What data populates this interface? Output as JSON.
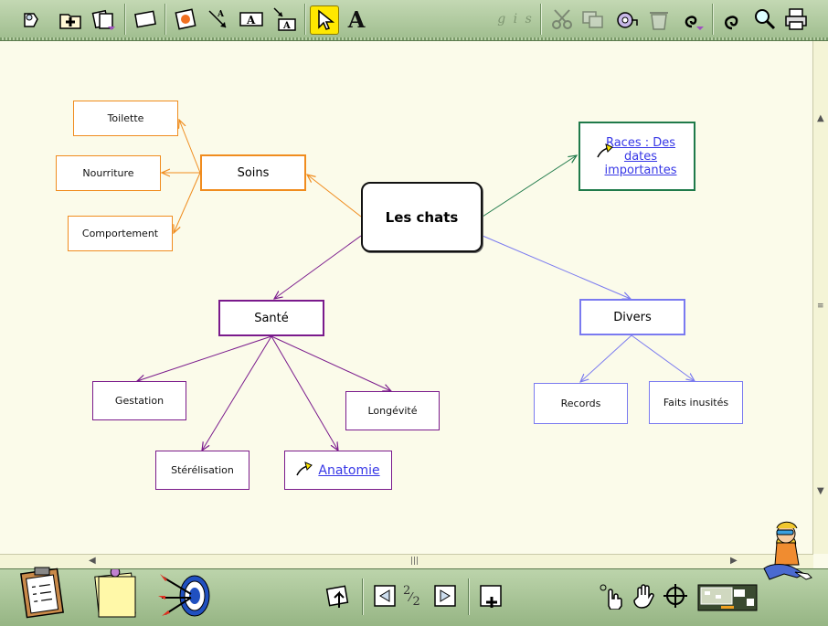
{
  "toolbar": {
    "items": [
      {
        "icon": "pin-hand-icon"
      },
      {
        "icon": "add-folder-icon"
      },
      {
        "icon": "open-cards-icon"
      },
      {
        "icon": "blank-card-icon"
      },
      {
        "icon": "image-card-icon"
      },
      {
        "icon": "arrow-link-icon"
      },
      {
        "icon": "text-box-icon"
      },
      {
        "icon": "text-link-icon"
      },
      {
        "icon": "select-arrow-icon"
      },
      {
        "icon": "text-tool-icon"
      },
      {
        "icon": "text-style-icon"
      },
      {
        "icon": "cut-icon"
      },
      {
        "icon": "duplicate-icon"
      },
      {
        "icon": "tape-icon"
      },
      {
        "icon": "trash-icon"
      },
      {
        "icon": "swirl-menu-icon"
      },
      {
        "icon": "swirl-icon"
      },
      {
        "icon": "zoom-icon"
      },
      {
        "icon": "print-icon"
      }
    ],
    "text_style_glyphs": "g i s",
    "text_tool_glyph": "A"
  },
  "map": {
    "central": "Les chats",
    "nodes": {
      "soins": "Soins",
      "toilette": "Toilette",
      "nourriture": "Nourriture",
      "comportement": "Comportement",
      "races": "Races : Des dates importantes",
      "sante": "Santé",
      "divers": "Divers",
      "gestation": "Gestation",
      "longevite": "Longévité",
      "sterilisation": "Stérélisation",
      "anatomie": "Anatomie",
      "records": "Records",
      "faits": "Faits inusités"
    }
  },
  "colors": {
    "orange": "#f08c1e",
    "green": "#1f7a4a",
    "purple": "#7a1a8c",
    "blue": "#7a7af0"
  },
  "bottombar": {
    "page_current": "2",
    "page_total": "2",
    "items": [
      {
        "icon": "clipboard-checklist-icon"
      },
      {
        "icon": "sticky-notes-icon"
      },
      {
        "icon": "target-darts-icon"
      },
      {
        "icon": "upload-card-icon"
      },
      {
        "icon": "previous-page-icon"
      },
      {
        "icon": "next-page-icon"
      },
      {
        "icon": "new-page-icon"
      },
      {
        "icon": "hand-pointer-icon"
      },
      {
        "icon": "hand-icon"
      },
      {
        "icon": "crosshair-icon"
      },
      {
        "icon": "overview-map-icon"
      },
      {
        "icon": "kid-character-icon"
      }
    ]
  }
}
